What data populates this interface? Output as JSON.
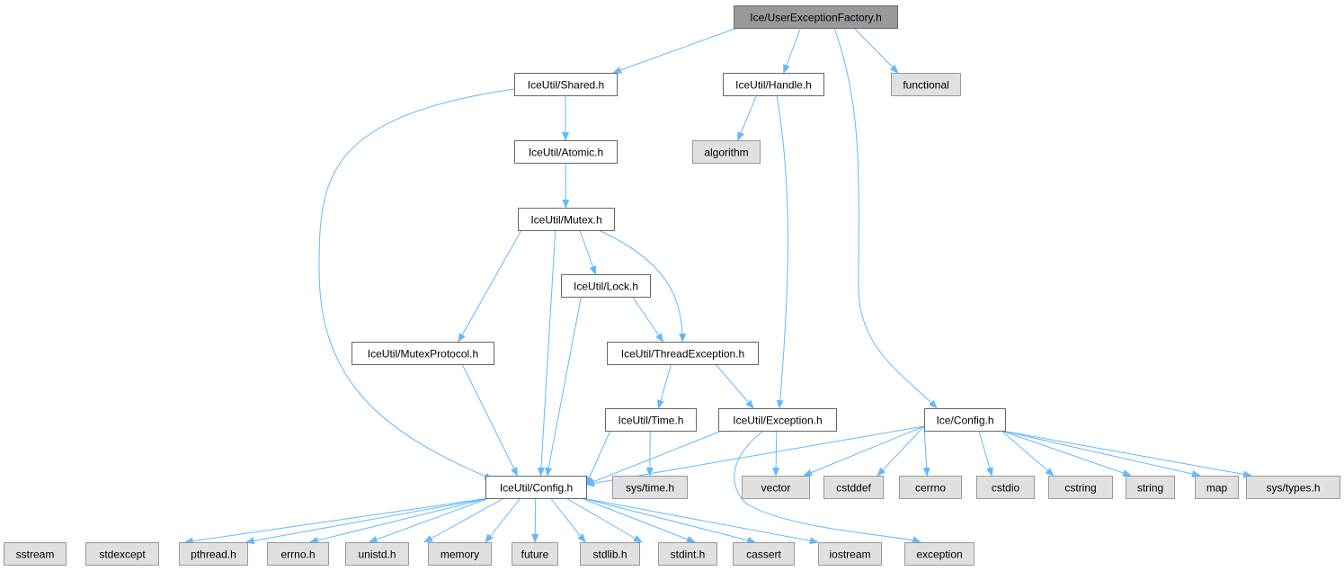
{
  "graph": {
    "nodes": {
      "uef": {
        "label": "Ice/UserExceptionFactory.h",
        "kind": "main"
      },
      "shared": {
        "label": "IceUtil/Shared.h",
        "kind": "local"
      },
      "handle": {
        "label": "IceUtil/Handle.h",
        "kind": "local"
      },
      "functional": {
        "label": "functional",
        "kind": "ext"
      },
      "atomic": {
        "label": "IceUtil/Atomic.h",
        "kind": "local"
      },
      "algorithm": {
        "label": "algorithm",
        "kind": "ext"
      },
      "mutex": {
        "label": "IceUtil/Mutex.h",
        "kind": "local"
      },
      "lock": {
        "label": "IceUtil/Lock.h",
        "kind": "local"
      },
      "mutexprotocol": {
        "label": "IceUtil/MutexProtocol.h",
        "kind": "local"
      },
      "threadexception": {
        "label": "IceUtil/ThreadException.h",
        "kind": "local"
      },
      "time": {
        "label": "IceUtil/Time.h",
        "kind": "local"
      },
      "exceptionh": {
        "label": "IceUtil/Exception.h",
        "kind": "local"
      },
      "iceconfig": {
        "label": "Ice/Config.h",
        "kind": "local"
      },
      "iuconfig": {
        "label": "IceUtil/Config.h",
        "kind": "local"
      },
      "systime": {
        "label": "sys/time.h",
        "kind": "ext"
      },
      "vector": {
        "label": "vector",
        "kind": "ext"
      },
      "cstddef": {
        "label": "cstddef",
        "kind": "ext"
      },
      "cerrno": {
        "label": "cerrno",
        "kind": "ext"
      },
      "cstdio": {
        "label": "cstdio",
        "kind": "ext"
      },
      "cstring": {
        "label": "cstring",
        "kind": "ext"
      },
      "string": {
        "label": "string",
        "kind": "ext"
      },
      "map": {
        "label": "map",
        "kind": "ext"
      },
      "systypes": {
        "label": "sys/types.h",
        "kind": "ext"
      },
      "sstream": {
        "label": "sstream",
        "kind": "ext"
      },
      "stdexcept": {
        "label": "stdexcept",
        "kind": "ext"
      },
      "pthread": {
        "label": "pthread.h",
        "kind": "ext"
      },
      "errnoh": {
        "label": "errno.h",
        "kind": "ext"
      },
      "unistd": {
        "label": "unistd.h",
        "kind": "ext"
      },
      "memory": {
        "label": "memory",
        "kind": "ext"
      },
      "future": {
        "label": "future",
        "kind": "ext"
      },
      "stdlib": {
        "label": "stdlib.h",
        "kind": "ext"
      },
      "stdint": {
        "label": "stdint.h",
        "kind": "ext"
      },
      "cassert": {
        "label": "cassert",
        "kind": "ext"
      },
      "iostream": {
        "label": "iostream",
        "kind": "ext"
      },
      "exception": {
        "label": "exception",
        "kind": "ext"
      }
    },
    "edges": [
      [
        "uef",
        "shared"
      ],
      [
        "uef",
        "handle"
      ],
      [
        "uef",
        "functional"
      ],
      [
        "uef",
        "iceconfig"
      ],
      [
        "shared",
        "atomic"
      ],
      [
        "shared",
        "iuconfig"
      ],
      [
        "handle",
        "algorithm"
      ],
      [
        "handle",
        "exceptionh"
      ],
      [
        "atomic",
        "mutex"
      ],
      [
        "mutex",
        "lock"
      ],
      [
        "mutex",
        "mutexprotocol"
      ],
      [
        "mutex",
        "iuconfig"
      ],
      [
        "mutex",
        "threadexception"
      ],
      [
        "lock",
        "threadexception"
      ],
      [
        "lock",
        "iuconfig"
      ],
      [
        "mutexprotocol",
        "iuconfig"
      ],
      [
        "threadexception",
        "time"
      ],
      [
        "threadexception",
        "exceptionh"
      ],
      [
        "time",
        "iuconfig"
      ],
      [
        "time",
        "systime"
      ],
      [
        "exceptionh",
        "iuconfig"
      ],
      [
        "exceptionh",
        "vector"
      ],
      [
        "exceptionh",
        "exception"
      ],
      [
        "iceconfig",
        "iuconfig"
      ],
      [
        "iceconfig",
        "vector"
      ],
      [
        "iceconfig",
        "cstddef"
      ],
      [
        "iceconfig",
        "cerrno"
      ],
      [
        "iceconfig",
        "cstdio"
      ],
      [
        "iceconfig",
        "cstring"
      ],
      [
        "iceconfig",
        "string"
      ],
      [
        "iceconfig",
        "map"
      ],
      [
        "iceconfig",
        "systypes"
      ],
      [
        "iuconfig",
        "sstream"
      ],
      [
        "iuconfig",
        "stdexcept"
      ],
      [
        "iuconfig",
        "pthread"
      ],
      [
        "iuconfig",
        "errnoh"
      ],
      [
        "iuconfig",
        "unistd"
      ],
      [
        "iuconfig",
        "memory"
      ],
      [
        "iuconfig",
        "future"
      ],
      [
        "iuconfig",
        "stdlib"
      ],
      [
        "iuconfig",
        "stdint"
      ],
      [
        "iuconfig",
        "cassert"
      ],
      [
        "iuconfig",
        "iostream"
      ],
      [
        "iuconfig",
        "exception"
      ]
    ]
  }
}
